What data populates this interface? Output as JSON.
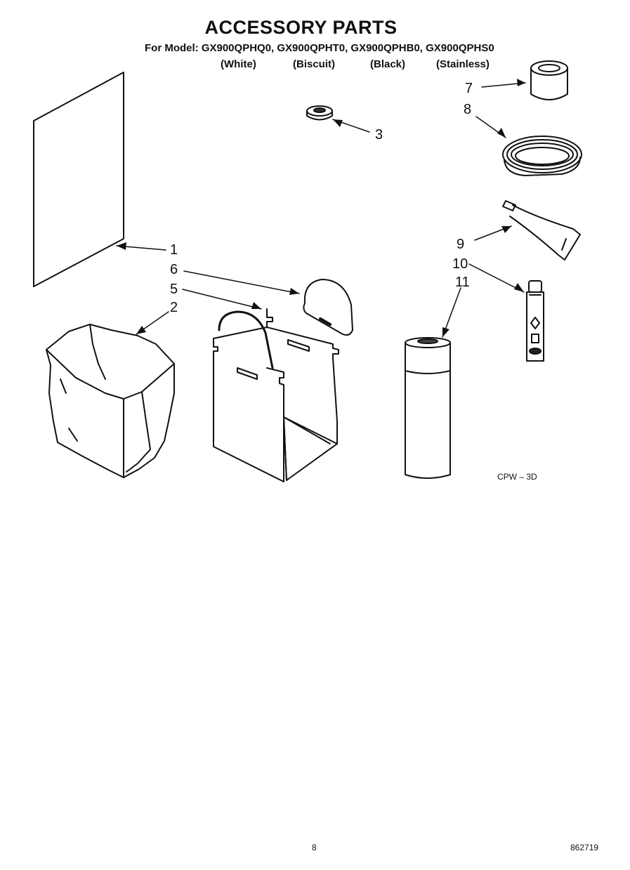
{
  "title": "ACCESSORY PARTS",
  "model_line": "For Model: GX900QPHQ0, GX900QPHT0, GX900QPHB0, GX900QPHS0",
  "variants": [
    "(White)",
    "(Biscuit)",
    "(Black)",
    "(Stainless)"
  ],
  "callouts": [
    "1",
    "2",
    "3",
    "5",
    "6",
    "7",
    "8",
    "9",
    "10",
    "11"
  ],
  "diagram_code": "CPW – 3D",
  "page_number": "8",
  "doc_number": "862719"
}
